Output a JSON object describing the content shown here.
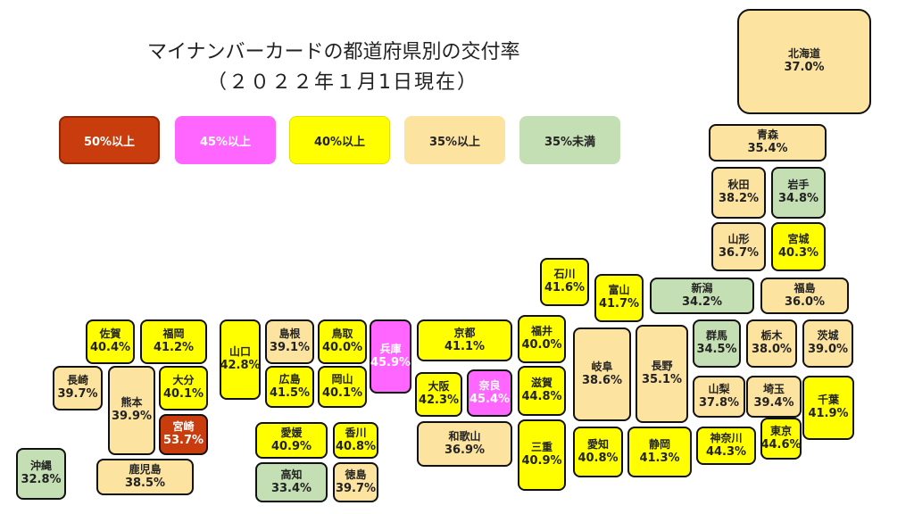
{
  "title_line1": "マイナンバーカードの都道府県別の交付率",
  "title_line2": "（２０２２年１月1日現在）",
  "legend": [
    {
      "label": "50%以上",
      "color": "#c83c0e",
      "text_color": "#ffffff"
    },
    {
      "label": "45%以上",
      "color": "#ff66ff",
      "text_color": "#ffffff"
    },
    {
      "label": "40%以上",
      "color": "#ffff00",
      "text_color": "#222222"
    },
    {
      "label": "35%以上",
      "color": "#fce3a0",
      "text_color": "#222222"
    },
    {
      "label": "35%未満",
      "color": "#c5dfb4",
      "text_color": "#222222"
    }
  ],
  "chart_data": {
    "type": "heatmap",
    "title": "マイナンバーカードの都道府県別の交付率（２０２２年１月1日現在）",
    "unit": "%",
    "prefectures": [
      {
        "name": "北海道",
        "value": 37.0
      },
      {
        "name": "青森",
        "value": 35.4
      },
      {
        "name": "秋田",
        "value": 38.2
      },
      {
        "name": "岩手",
        "value": 34.8
      },
      {
        "name": "山形",
        "value": 36.7
      },
      {
        "name": "宮城",
        "value": 40.3
      },
      {
        "name": "石川",
        "value": 41.6
      },
      {
        "name": "富山",
        "value": 41.7
      },
      {
        "name": "新潟",
        "value": 34.2
      },
      {
        "name": "福島",
        "value": 36.0
      },
      {
        "name": "佐賀",
        "value": 40.4
      },
      {
        "name": "福岡",
        "value": 41.2
      },
      {
        "name": "山口",
        "value": 42.8
      },
      {
        "name": "島根",
        "value": 39.1
      },
      {
        "name": "鳥取",
        "value": 40.0
      },
      {
        "name": "兵庫",
        "value": 45.9
      },
      {
        "name": "京都",
        "value": 41.1
      },
      {
        "name": "福井",
        "value": 40.0
      },
      {
        "name": "岐阜",
        "value": 38.6
      },
      {
        "name": "長野",
        "value": 35.1
      },
      {
        "name": "群馬",
        "value": 34.5
      },
      {
        "name": "栃木",
        "value": 38.0
      },
      {
        "name": "茨城",
        "value": 39.0
      },
      {
        "name": "長崎",
        "value": 39.7
      },
      {
        "name": "熊本",
        "value": 39.9
      },
      {
        "name": "大分",
        "value": 40.1
      },
      {
        "name": "広島",
        "value": 41.5
      },
      {
        "name": "岡山",
        "value": 40.1
      },
      {
        "name": "大阪",
        "value": 42.3
      },
      {
        "name": "奈良",
        "value": 45.4
      },
      {
        "name": "滋賀",
        "value": 44.8
      },
      {
        "name": "山梨",
        "value": 37.8
      },
      {
        "name": "埼玉",
        "value": 39.4
      },
      {
        "name": "千葉",
        "value": 41.9
      },
      {
        "name": "宮崎",
        "value": 53.7
      },
      {
        "name": "東京",
        "value": 44.6
      },
      {
        "name": "沖縄",
        "value": 32.8
      },
      {
        "name": "鹿児島",
        "value": 38.5
      },
      {
        "name": "愛媛",
        "value": 40.9
      },
      {
        "name": "香川",
        "value": 40.8
      },
      {
        "name": "高知",
        "value": 33.4
      },
      {
        "name": "徳島",
        "value": 39.7
      },
      {
        "name": "和歌山",
        "value": 36.9
      },
      {
        "name": "三重",
        "value": 40.9
      },
      {
        "name": "愛知",
        "value": 40.8
      },
      {
        "name": "静岡",
        "value": 41.3
      },
      {
        "name": "神奈川",
        "value": 44.3
      }
    ]
  }
}
